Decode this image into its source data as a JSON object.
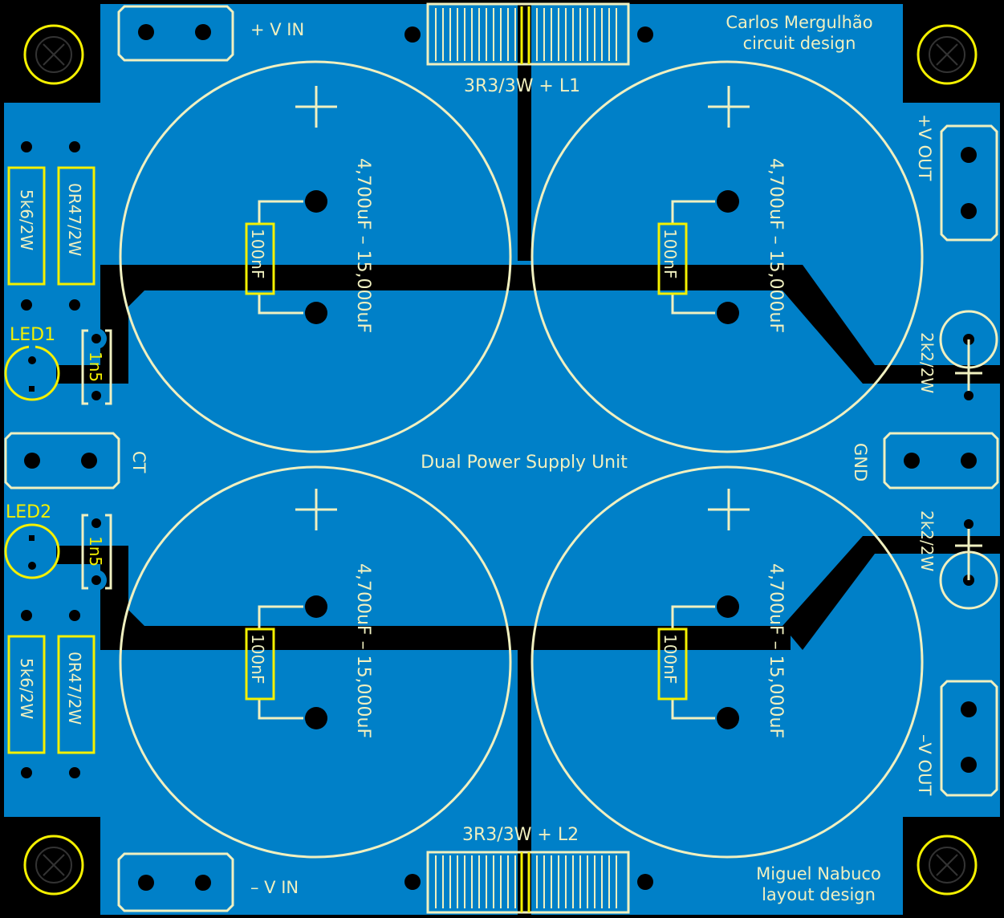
{
  "board": {
    "title": "Dual Power Supply Unit",
    "credits": {
      "circuit_line1": "Carlos Mergulhão",
      "circuit_line2": "circuit design",
      "layout_line1": "Miguel Nabuco",
      "layout_line2": "layout design"
    },
    "connectors": {
      "vin_pos": "+ V IN",
      "vin_neg": "– V IN",
      "vout_pos": "+V OUT",
      "vout_neg": "–V OUT",
      "ct": "CT",
      "gnd": "GND"
    },
    "resistors": {
      "top_series": "3R3/3W + L1",
      "bottom_series": "3R3/3W + L2",
      "r_5k6_top": "5k6/2W",
      "r_0r47_top": "0R47/2W",
      "r_5k6_bottom": "5k6/2W",
      "r_0r47_bottom": "0R47/2W",
      "r_2k2_top": "2k2/2W",
      "r_2k2_bottom": "2k2/2W"
    },
    "capacitors": {
      "electrolytic": "4,700uF – 15,000uF",
      "bypass": "100nF",
      "small_top": "1n5",
      "small_bottom": "1n5",
      "polarity_mark": "+"
    },
    "leds": {
      "led1": "LED1",
      "led2": "LED2"
    },
    "colors": {
      "copper": "#0080c8",
      "silkscreen": "#f0f0c0",
      "yellow_silk": "#f4f000",
      "background": "#000000"
    }
  }
}
